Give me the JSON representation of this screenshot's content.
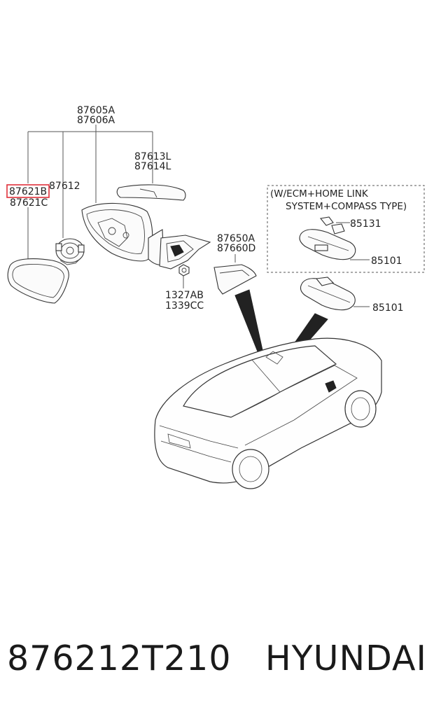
{
  "labels": {
    "housing_a": "87605A",
    "housing_b": "87606A",
    "cover_l1": "87613L",
    "cover_l2": "87614L",
    "glass_b": "87621B",
    "glass_c": "87621C",
    "actuator": "87612",
    "cover_a": "87650A",
    "cover_d": "87660D",
    "bolt_1": "1327AB",
    "bolt_2": "1339CC",
    "ecm_note_1": "(W/ECM+HOME LINK",
    "ecm_note_2": "SYSTEM+COMPASS TYPE)",
    "sensor": "85131",
    "inner_mirror_1": "85101",
    "inner_mirror_2": "85101"
  },
  "footer": {
    "part_number": "876212T210",
    "brand": "HYUNDAI"
  },
  "colors": {
    "highlight": "#e0303a",
    "ink": "#222222"
  }
}
